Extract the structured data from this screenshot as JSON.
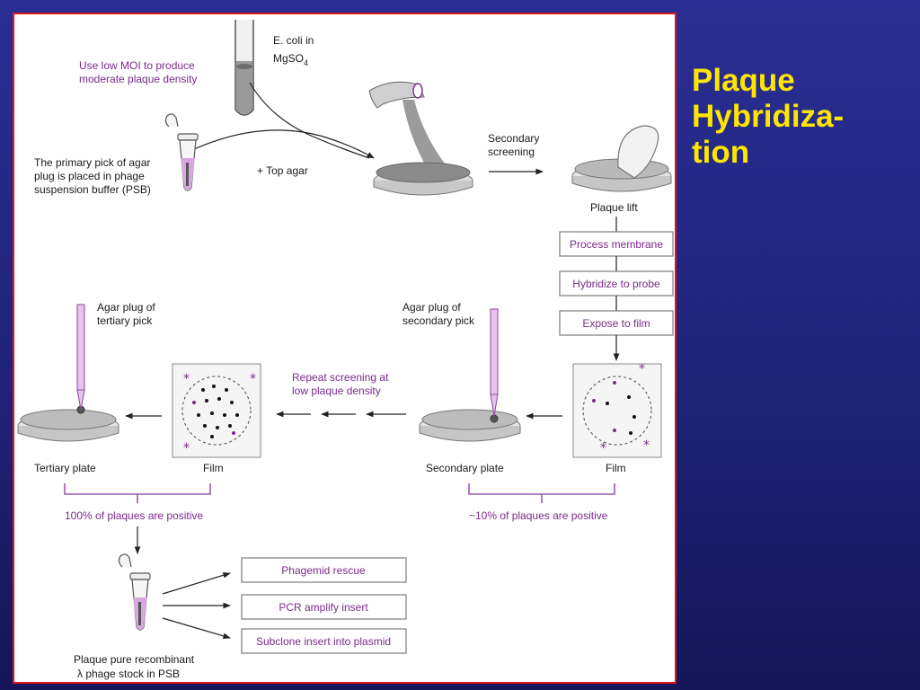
{
  "slide": {
    "title_lines": [
      "Plaque",
      "Hybridiza-",
      "tion"
    ],
    "colors": {
      "background": "#1e2378",
      "frame_border": "#e2131c",
      "title": "#ffe600",
      "accent_purple": "#7b2a8c"
    }
  },
  "labels": {
    "ecoli_line1": "E. coli in",
    "ecoli_line2": "MgSO",
    "ecoli_sub": "4",
    "moi_line1": "Use low MOI to produce",
    "moi_line2": "moderate plaque density",
    "primary_line1": "The primary pick of agar",
    "primary_line2": "plug is placed in phage",
    "primary_line3": "suspension buffer (PSB)",
    "top_agar": "+ Top agar",
    "secondary_screen_line1": "Secondary",
    "secondary_screen_line2": "screening",
    "plaque_lift": "Plaque lift",
    "agar_tertiary_line1": "Agar plug of",
    "agar_tertiary_line2": "tertiary pick",
    "agar_secondary_line1": "Agar plug of",
    "agar_secondary_line2": "secondary pick",
    "repeat_line1": "Repeat screening at",
    "repeat_line2": "low plaque density",
    "tertiary_plate": "Tertiary plate",
    "film_left": "Film",
    "secondary_plate": "Secondary plate",
    "film_right": "Film",
    "pct100": "100% of plaques are positive",
    "pct10": "~10% of plaques are positive",
    "stock_line1": "Plaque pure recombinant",
    "stock_lambda": "λ",
    "stock_line2": " phage stock in PSB"
  },
  "process_boxes": [
    "Process membrane",
    "Hybridize to probe",
    "Expose to film"
  ],
  "output_boxes": [
    "Phagemid rescue",
    "PCR amplify insert",
    "Subclone insert into plasmid"
  ]
}
